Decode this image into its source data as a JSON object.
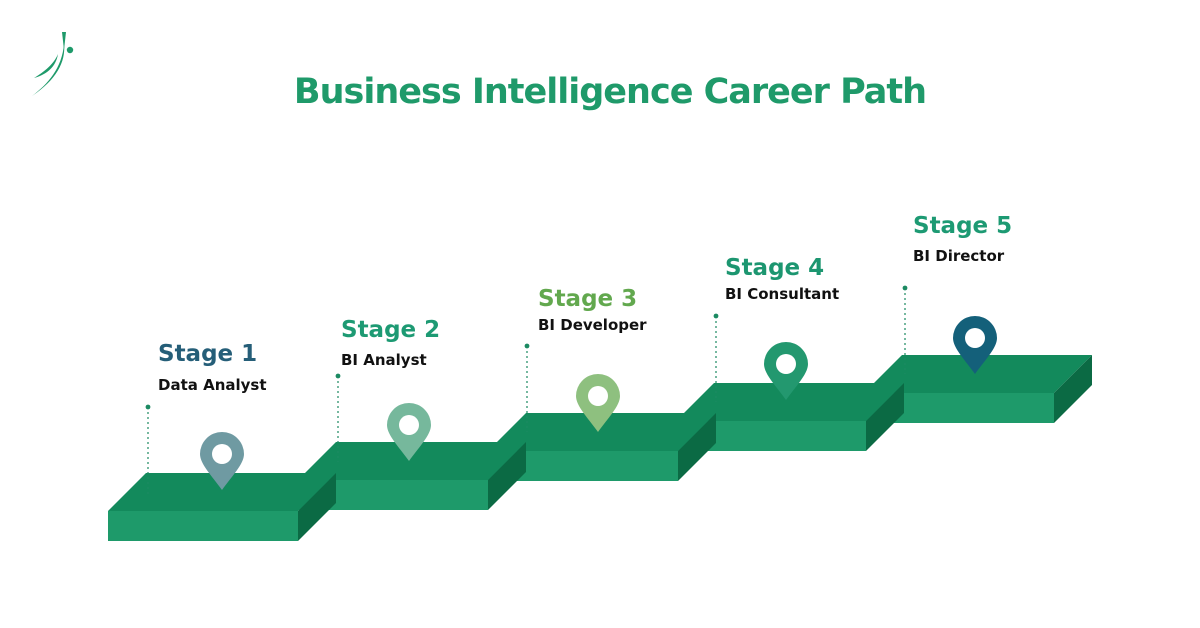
{
  "title": "Business Intelligence Career Path",
  "colors": {
    "title": "#1f9a6a",
    "step_front": "#1e9a6a",
    "step_top": "#138a5c",
    "step_side": "#0b6a44",
    "connector": "#1c8a62"
  },
  "logo": {
    "icon": "swoosh-figure-logo"
  },
  "stages": [
    {
      "label": "Stage 1",
      "role": "Data Analyst",
      "color": "#255e78",
      "pin_color": "#6f9aa2"
    },
    {
      "label": "Stage 2",
      "role": "BI Analyst",
      "color": "#1d9a73",
      "pin_color": "#76b89c"
    },
    {
      "label": "Stage 3",
      "role": "BI Developer",
      "color": "#62a84e",
      "pin_color": "#8ec07f"
    },
    {
      "label": "Stage 4",
      "role": "BI Consultant",
      "color": "#1c9670",
      "pin_color": "#23986f"
    },
    {
      "label": "Stage 5",
      "role": "BI Director",
      "color": "#1d9a73",
      "pin_color": "#14607a"
    }
  ]
}
